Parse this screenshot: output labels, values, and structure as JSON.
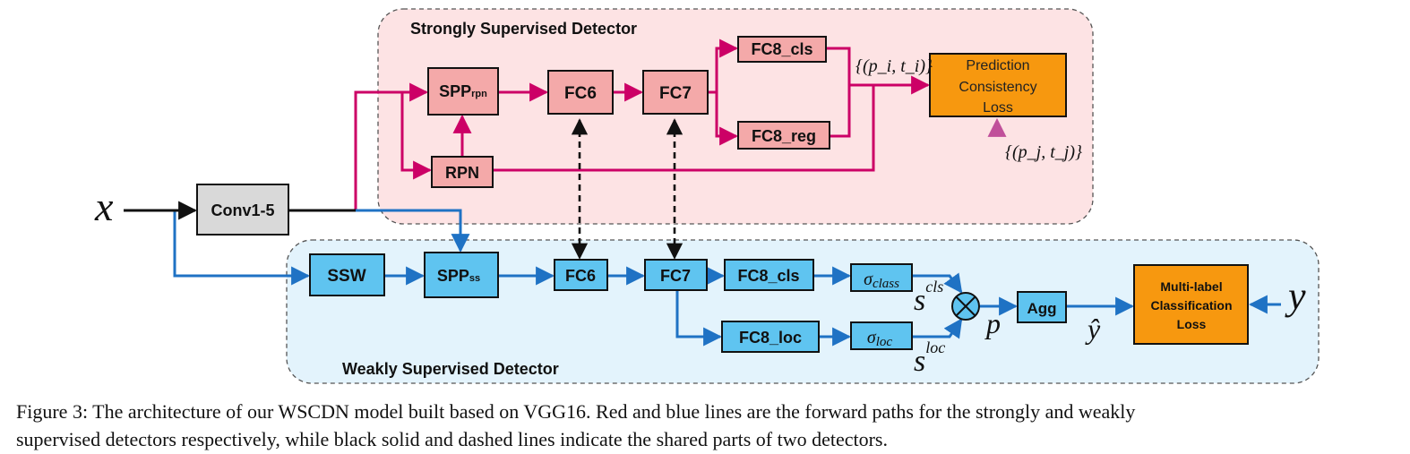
{
  "regions": {
    "strong_title": "Strongly Supervised Detector",
    "weak_title": "Weakly Supervised Detector"
  },
  "nodes": {
    "conv": "Conv1-5",
    "spp_rpn_main": "SPP",
    "spp_rpn_sub": "rpn",
    "fc6_strong": "FC6",
    "fc7_strong": "FC7",
    "fc8_cls_strong": "FC8_cls",
    "fc8_reg": "FC8_reg",
    "rpn": "RPN",
    "pred_loss_line1": "Prediction",
    "pred_loss_line2": "Consistency",
    "pred_loss_line3": "Loss",
    "ssw": "SSW",
    "spp_ss_main": "SPP",
    "spp_ss_sub": "ss",
    "fc6_weak": "FC6",
    "fc7_weak": "FC7",
    "fc8_cls_weak": "FC8_cls",
    "fc8_loc": "FC8_loc",
    "sigma_class_base": "σ",
    "sigma_class_sub": "class",
    "sigma_loc_base": "σ",
    "sigma_loc_sub": "loc",
    "agg": "Agg",
    "mlc_line1": "Multi-label",
    "mlc_line2": "Classification",
    "mlc_line3": "Loss",
    "multiply": "⊗"
  },
  "math_labels": {
    "x": "x",
    "y": "y",
    "p": "p",
    "y_hat": "ŷ",
    "s_cls_base": "s",
    "s_cls_sup": "cls",
    "s_loc_base": "s",
    "s_loc_sup": "loc",
    "pi_ti": "{(p_i, t_i)}",
    "pj_tj": "{(p_j, t_j)}"
  },
  "caption": {
    "line1": "Figure 3: The architecture of our WSCDN model built based on VGG16. Red and blue lines are the forward paths for the strongly and weakly",
    "line2": "supervised detectors respectively, while black solid and dashed lines indicate the shared parts of two detectors."
  },
  "colors": {
    "strong_region_fill": "#fde3e4",
    "weak_region_fill": "#e3f3fc",
    "strong_box_fill": "#f4a9a9",
    "weak_box_fill": "#5fc4f0",
    "loss_box_fill": "#f7980f",
    "conv_fill": "#d9d9d9",
    "red_line": "#cc0066",
    "blue_line": "#1f72c4",
    "black_line": "#111111"
  }
}
